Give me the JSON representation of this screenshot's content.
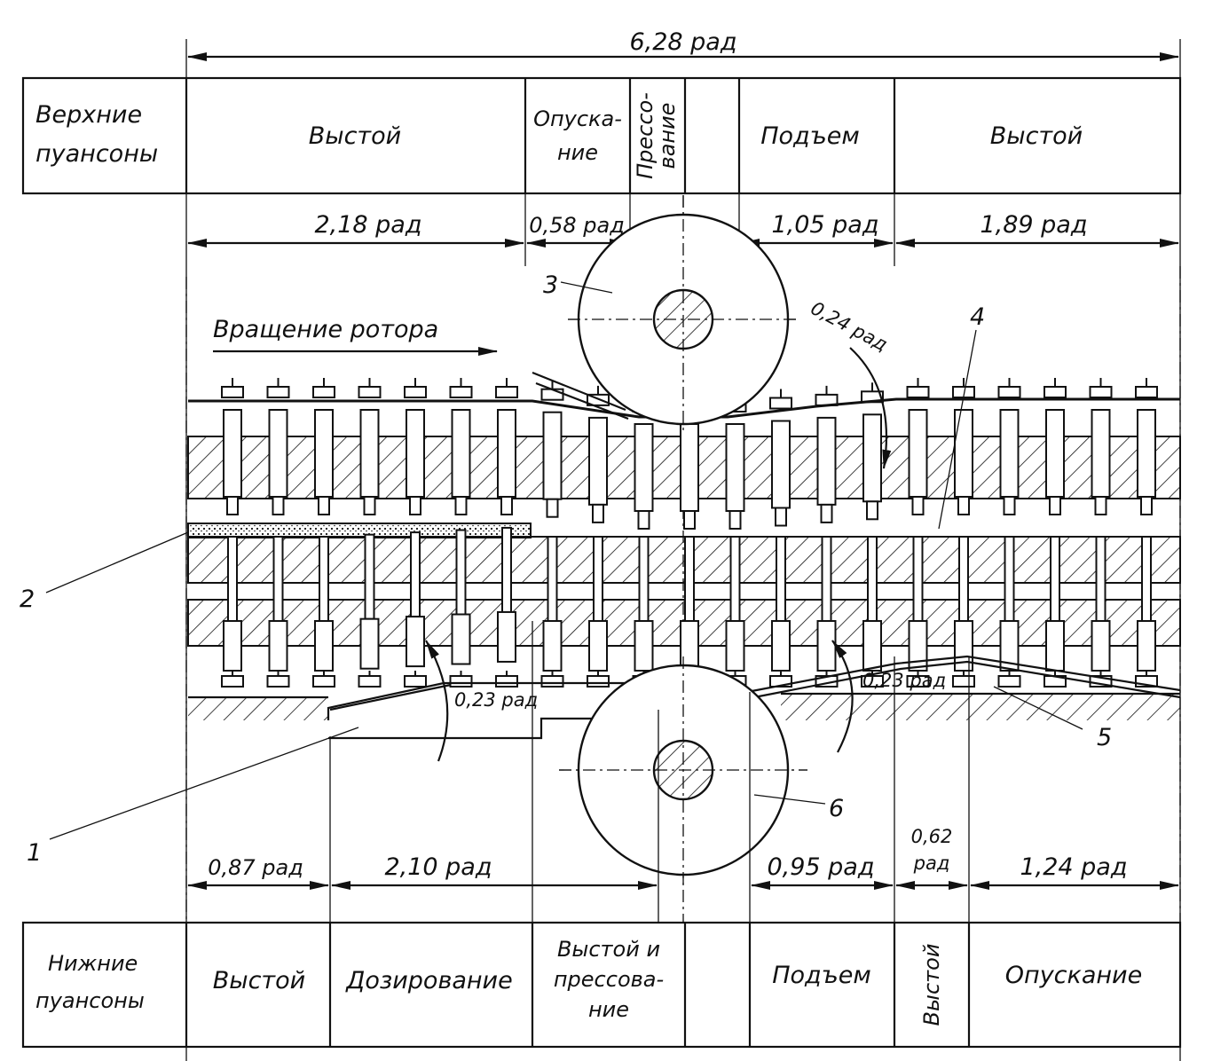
{
  "top_total": "6,28 рад",
  "upper": {
    "title_l1": "Верхние",
    "title_l2": "пуансоны",
    "cells": {
      "dwell1": "Выстой",
      "lower_l1": "Опуска-",
      "lower_l2": "ние",
      "press_l1": "Прессо-",
      "press_l2": "вание",
      "rise": "Подъем",
      "dwell2": "Выстой"
    }
  },
  "upper_dims": {
    "d1": "2,18 рад",
    "d2": "0,58 рад",
    "d3": "1,05 рад",
    "d4": "1,89 рад"
  },
  "rotation": "Вращение ротора",
  "angles": {
    "a_top": "0,24 рад",
    "a_left": "0,23 рад",
    "a_right": "0,23 рад"
  },
  "callouts": {
    "c1": "1",
    "c2": "2",
    "c3": "3",
    "c4": "4",
    "c5": "5",
    "c6": "6"
  },
  "lower_dims": {
    "d1": "0,87 рад",
    "d2": "2,10 рад",
    "d3": "0,95 рад",
    "d4_l1": "0,62",
    "d4_l2": "рад",
    "d5": "1,24 рад"
  },
  "lower": {
    "title_l1": "Нижние",
    "title_l2": "пуансоны",
    "cells": {
      "dwell1": "Выстой",
      "dose": "Дозирование",
      "dp_l1": "Выстой и",
      "dp_l2": "прессова-",
      "dp_l3": "ние",
      "rise": "Подъем",
      "dwell2": "Выстой",
      "lower": "Опускание"
    }
  }
}
